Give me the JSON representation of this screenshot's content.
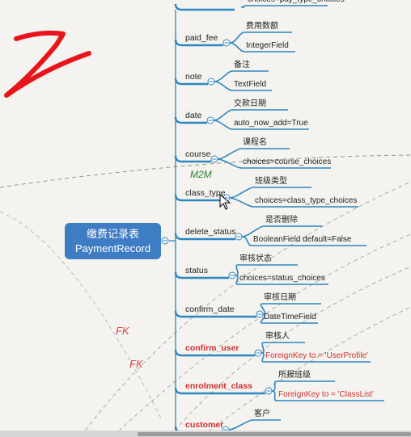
{
  "root": {
    "title_cn": "缴费记录表",
    "title_en": "PaymentRecord"
  },
  "fields": [
    {
      "name": "",
      "children": [
        "choices=pay_type_choices"
      ]
    },
    {
      "name": "paid_fee",
      "children": [
        "费用数额",
        "IntegerField"
      ]
    },
    {
      "name": "note",
      "children": [
        "备注",
        "TextField"
      ]
    },
    {
      "name": "date",
      "children": [
        "交款日期",
        "auto_now_add=True"
      ]
    },
    {
      "name": "course",
      "children": [
        "课程名",
        "choices=course_choices"
      ]
    },
    {
      "name": "class_type",
      "children": [
        "班级类型",
        "choices=class_type_choices"
      ]
    },
    {
      "name": "delete_status",
      "children": [
        "是否删除",
        "BooleanField  default=False"
      ]
    },
    {
      "name": "status",
      "children": [
        "审核状态",
        "choices=status_choices"
      ]
    },
    {
      "name": "confirm_date",
      "children": [
        "审核日期",
        "DateTimeField"
      ]
    },
    {
      "name": "confirm_user",
      "highlight": true,
      "children": [
        "审核人",
        "ForeignKey to = 'UserProfile'"
      ]
    },
    {
      "name": "enrolment_class",
      "highlight": true,
      "children": [
        "所报班级",
        "ForeignKey to = 'ClassList'"
      ]
    },
    {
      "name": "customer",
      "highlight": true,
      "children": [
        "客户"
      ]
    }
  ],
  "relation_labels": {
    "m2m": "M2M",
    "fk_1": "FK",
    "fk_2": "FK"
  },
  "colors": {
    "branch": "#2e86c1",
    "node_fill": "#3e7cc4",
    "highlight_text": "#d32f2f",
    "relation_red": "#d44",
    "relation_green": "#2e7d32",
    "annotation_red": "#e8141b"
  }
}
